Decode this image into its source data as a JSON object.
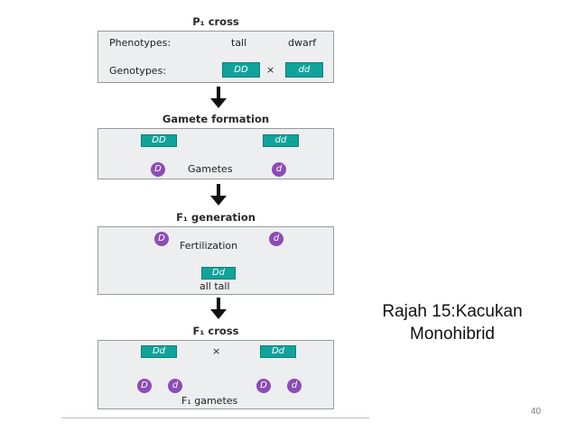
{
  "slide": {
    "caption_line1": "Rajah 15:Kacukan",
    "caption_line2": "Monohibrid",
    "page_number": "40"
  },
  "p1_cross": {
    "title": "P₁ cross",
    "phenotypes_label": "Phenotypes:",
    "phenotype_tall": "tall",
    "phenotype_dwarf": "dwarf",
    "genotypes_label": "Genotypes:",
    "genotype_1": "DD",
    "cross_symbol": "×",
    "genotype_2": "dd"
  },
  "gamete_formation": {
    "title": "Gamete formation",
    "parent_1": "DD",
    "parent_2": "dd",
    "gamete_1": "D",
    "gamete_2": "d",
    "gametes_label": "Gametes"
  },
  "f1_generation": {
    "title": "F₁ generation",
    "gamete_1": "D",
    "gamete_2": "d",
    "fertilization_label": "Fertilization",
    "offspring": "Dd",
    "offspring_label": "all tall"
  },
  "f1_cross": {
    "title": "F₁ cross",
    "parent_1": "Dd",
    "cross_symbol": "×",
    "parent_2": "Dd",
    "gametes": [
      "D",
      "d",
      "D",
      "d"
    ],
    "gametes_label": "F₁ gametes"
  },
  "colors": {
    "genotype_box": "#10a39c",
    "gamete_circle": "#8d4bb5",
    "panel_bg": "#eceef0"
  }
}
